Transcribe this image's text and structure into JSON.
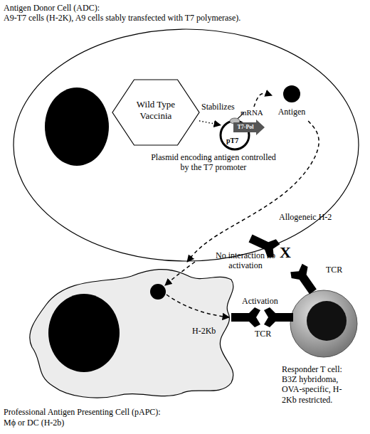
{
  "diagram": {
    "nodes": [
      {
        "text": [
          "Antigen Donor Cell (ADC):",
          "A9-T7 cells (H-2K), A9 cells stably transfected with T7 polymerase)."
        ]
      },
      {
        "text": [
          "Wild Type Vaccinia"
        ],
        "in": 0
      },
      {
        "text": [
          "mRNA",
          "T7-Pol",
          "pT7"
        ],
        "in": 0
      },
      {
        "text": [
          "Antigen"
        ],
        "in": 0
      },
      {
        "text": [
          "Professional Antigen Presenting Cell (pAPC):",
          "Mϕ or DC (H-2b)"
        ]
      },
      {
        "text": [
          "Responder T cell:",
          "B3Z hybridoma, OVA-specific, H-2Kb restricted."
        ]
      }
    ],
    "edges": [
      {
        "from": 1,
        "to": 2,
        "label": "Stabilizes",
        "arrow": "to"
      },
      {
        "from": 2,
        "to": 3,
        "arrow": "to"
      },
      {
        "from": 3,
        "to": 4,
        "arrow": "to"
      }
    ],
    "labels": [
      "Plasmid encoding antigen controlled by the T7 promoter",
      "Allogeneic H-2",
      "No interaction no activation",
      "X",
      "TCR",
      "Activation",
      "H-2Kb",
      "TCR"
    ]
  }
}
